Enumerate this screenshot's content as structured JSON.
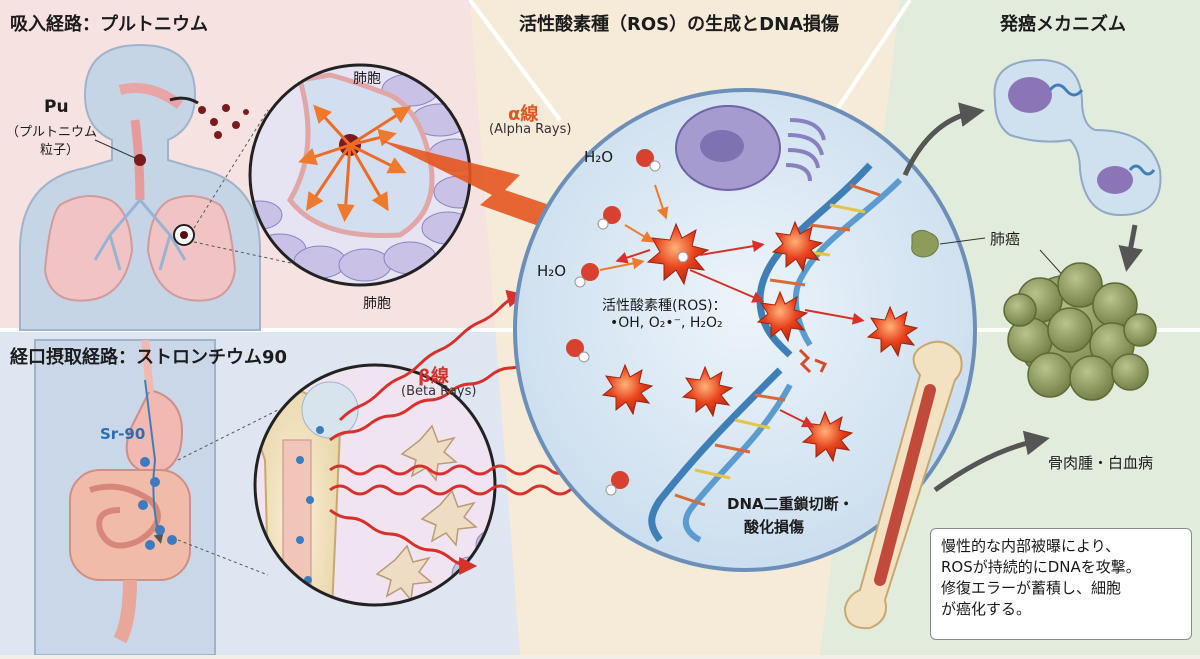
{
  "sections": {
    "inhalation_title": "吸入経路：プルトニウム",
    "ros_title": "活性酸素種（ROS）の生成とDNA損傷",
    "carcinogenesis_title": "発癌メカニズム",
    "oral_title": "経口摂取経路：ストロンチウム90"
  },
  "inhalation": {
    "pu_symbol": "Pu",
    "pu_name_line1": "（プルトニウム",
    "pu_name_line2": "粒子）",
    "alveolus_top": "肺胞",
    "alveolus_bottom": "肺胞",
    "alpha_label": "α線",
    "alpha_sub": "(Alpha Rays)"
  },
  "oral": {
    "sr_label": "Sr-90",
    "beta_label": "β線",
    "beta_sub": "(Beta Rays)"
  },
  "ros": {
    "h2o_1": "H₂O",
    "h2o_2": "H₂O",
    "ros_label_line1": "活性酸素種(ROS)：",
    "ros_label_line2": "•OH, O₂•⁻, H₂O₂",
    "dna_damage_line1": "DNA二重鎖切断・",
    "dna_damage_line2": "酸化損傷"
  },
  "cancer": {
    "lung_cancer": "肺癌",
    "bone_cancer": "骨肉腫・白血病",
    "note_lines": [
      "慢性的な内部被曝により、",
      "ROSが持続的にDNAを攻撃。",
      "修復エラーが蓄積し、細胞",
      "が癌化する。"
    ]
  },
  "colors": {
    "alpha_accent": "#e4571f",
    "beta_accent": "#d8302a",
    "ros_star": "#e8431c",
    "dna_blue": "#3f7fb8",
    "cell_blue": "#dbe8f4",
    "tumor_green": "#8b9a5a"
  }
}
